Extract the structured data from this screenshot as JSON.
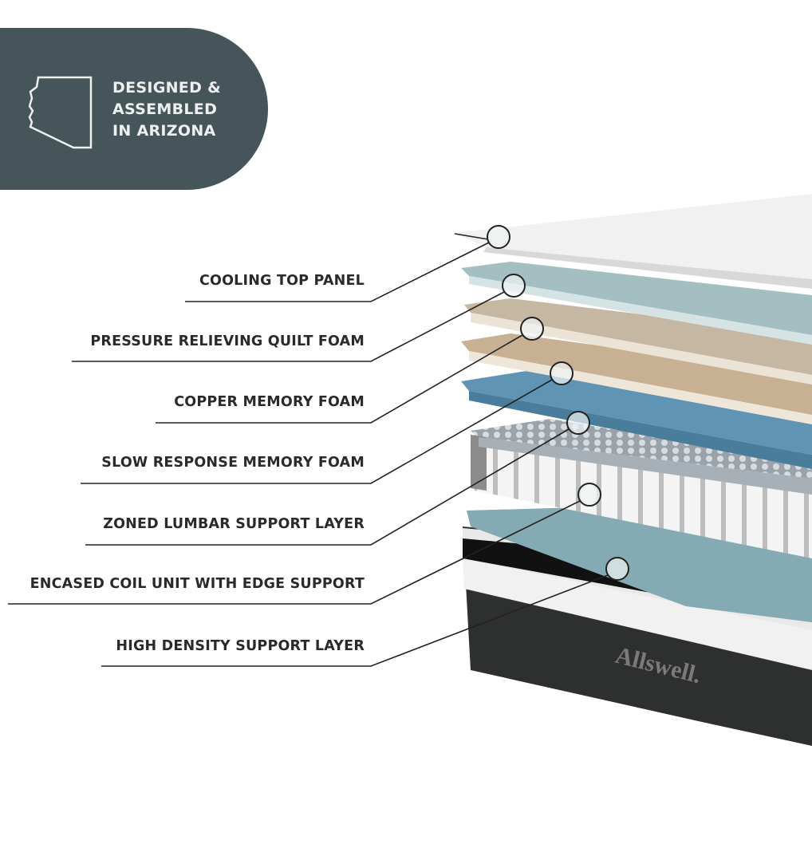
{
  "badge": {
    "icon": "arizona-state-outline-icon",
    "lines": [
      "DESIGNED &",
      "ASSEMBLED",
      "IN ARIZONA"
    ]
  },
  "layers": [
    {
      "label": "COOLING TOP PANEL"
    },
    {
      "label": "PRESSURE RELIEVING QUILT FOAM"
    },
    {
      "label": "COPPER MEMORY FOAM"
    },
    {
      "label": "SLOW RESPONSE MEMORY FOAM"
    },
    {
      "label": "ZONED LUMBAR SUPPORT LAYER"
    },
    {
      "label": "ENCASED COIL UNIT WITH EDGE SUPPORT"
    },
    {
      "label": "HIGH DENSITY SUPPORT LAYER"
    }
  ],
  "brand": "Allswell.",
  "colors": {
    "badge": "#465559",
    "base": "#2e302f",
    "blue_foam": "#5e93b4"
  }
}
